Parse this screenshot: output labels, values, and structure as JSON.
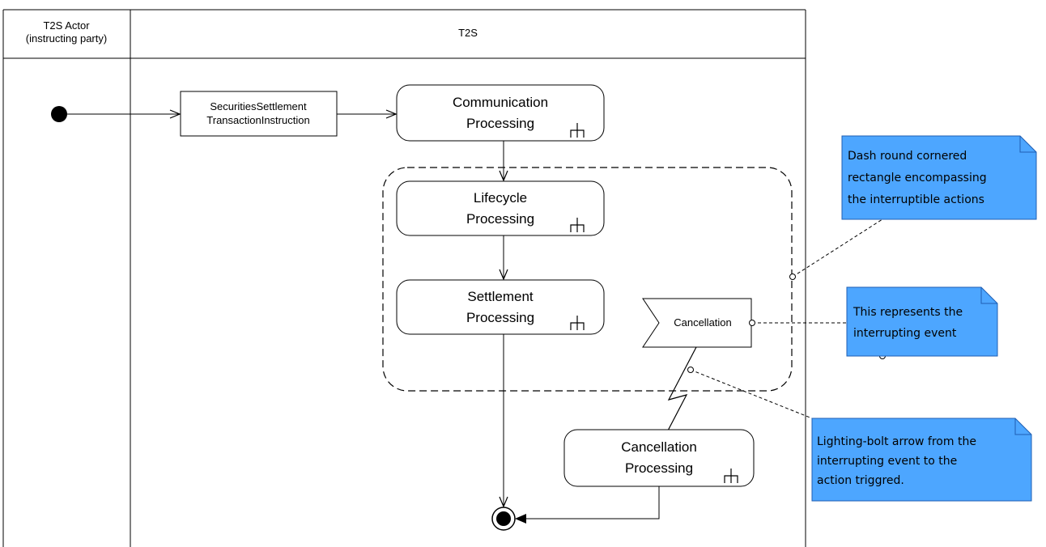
{
  "swimlanes": {
    "actor_header": [
      "T2S Actor",
      "(instructing party)"
    ],
    "system_header": "T2S"
  },
  "object_node": [
    "SecuritiesSettlement",
    "TransactionInstruction"
  ],
  "actions": {
    "communication": [
      "Communication",
      "Processing"
    ],
    "lifecycle": [
      "Lifecycle",
      "Processing"
    ],
    "settlement": [
      "Settlement",
      "Processing"
    ],
    "cancellation": [
      "Cancellation",
      "Processing"
    ]
  },
  "event": "Cancellation",
  "notes": {
    "region": [
      "Dash round cornered",
      "rectangle encompassing",
      "the interruptible actions"
    ],
    "event": [
      "This represents the",
      "interrupting event"
    ],
    "arrow": [
      "Lighting-bolt arrow from the",
      "interrupting event to the",
      "action triggred."
    ]
  },
  "colors": {
    "note_fill": "#4da6ff",
    "note_stroke": "#1f5fb3",
    "line": "#000000"
  }
}
